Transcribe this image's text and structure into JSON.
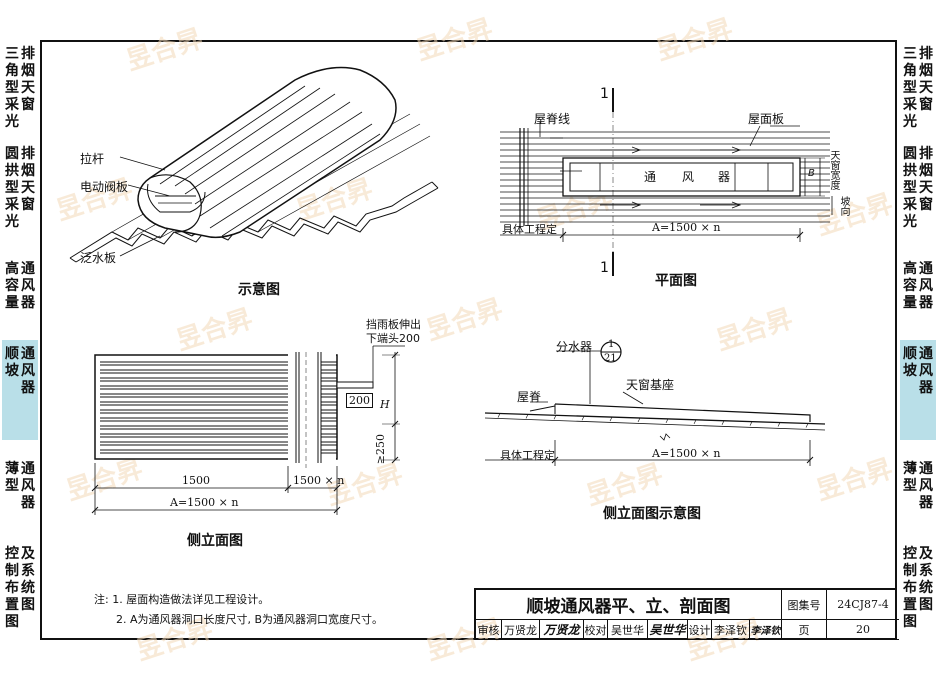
{
  "sidebar": {
    "left": [
      {
        "cols": [
          "三角型采光",
          "排烟天窗"
        ],
        "active": false
      },
      {
        "cols": [
          "圆拱型采光",
          "排烟天窗"
        ],
        "active": false
      },
      {
        "cols": [
          "高容量",
          "通风器"
        ],
        "active": false
      },
      {
        "cols": [
          "顺坡",
          "通风器"
        ],
        "active": true
      },
      {
        "cols": [
          "薄型",
          "通风器"
        ],
        "active": false
      },
      {
        "cols": [
          "控制布置图",
          "及系统图"
        ],
        "active": false
      }
    ],
    "right": [
      {
        "cols": [
          "三角型采光",
          "排烟天窗"
        ],
        "active": false
      },
      {
        "cols": [
          "圆拱型采光",
          "排烟天窗"
        ],
        "active": false
      },
      {
        "cols": [
          "高容量",
          "通风器"
        ],
        "active": false
      },
      {
        "cols": [
          "顺坡",
          "通风器"
        ],
        "active": true
      },
      {
        "cols": [
          "薄型",
          "通风器"
        ],
        "active": false
      },
      {
        "cols": [
          "控制布置图",
          "及系统图"
        ],
        "active": false
      }
    ]
  },
  "watermark": "昱合昇",
  "schematic": {
    "title": "示意图",
    "labels": {
      "rod": "拉杆",
      "damper": "电动阀板",
      "flashing": "泛水板"
    }
  },
  "plan": {
    "title": "平面图",
    "labels": {
      "ridge_line": "屋脊线",
      "roof_panel": "屋面板",
      "ventilator": [
        "通",
        "风",
        "器"
      ],
      "skylight_width_a": "天窗宽度",
      "skylight_width_b": "B",
      "field_spec": "具体工程定",
      "rake": "坡向",
      "dim": "A=1500 × n",
      "section_mark": "1"
    }
  },
  "side_elevation": {
    "title": "侧立面图",
    "labels": {
      "rain_shield_1": "挡雨板伸出",
      "rain_shield_2": "下端头200",
      "dim_200": "200",
      "dim_h": "H",
      "dim_250": "≥250",
      "dim_1500": "1500",
      "dim_1500n": "1500 × n",
      "dim_a": "A=1500 × n"
    }
  },
  "side_section": {
    "title": "侧立面图示意图",
    "labels": {
      "gutter": "分水器",
      "ref_top": "1",
      "ref_bottom": "21",
      "ridge": "屋脊",
      "base": "天窗基座",
      "field_spec": "具体工程定",
      "dim": "A=1500 × n"
    }
  },
  "notes": {
    "prefix": "注:",
    "items": [
      "1. 屋面构造做法详见工程设计。",
      "2. A为通风器洞口长度尺寸, B为通风器洞口宽度尺寸。"
    ]
  },
  "title_block": {
    "drawing_title": "顺坡通风器平、立、剖面图",
    "atlas_label": "图集号",
    "atlas_no": "24CJ87-4",
    "review_label": "审核",
    "reviewer": "万贤龙",
    "review_sig": "万贤龙",
    "check_label": "校对",
    "checker": "吴世华",
    "check_sig": "吴世华",
    "design_label": "设计",
    "designer": "李泽钦",
    "design_sig": "李泽钦",
    "page_label": "页",
    "page_no": "20"
  }
}
